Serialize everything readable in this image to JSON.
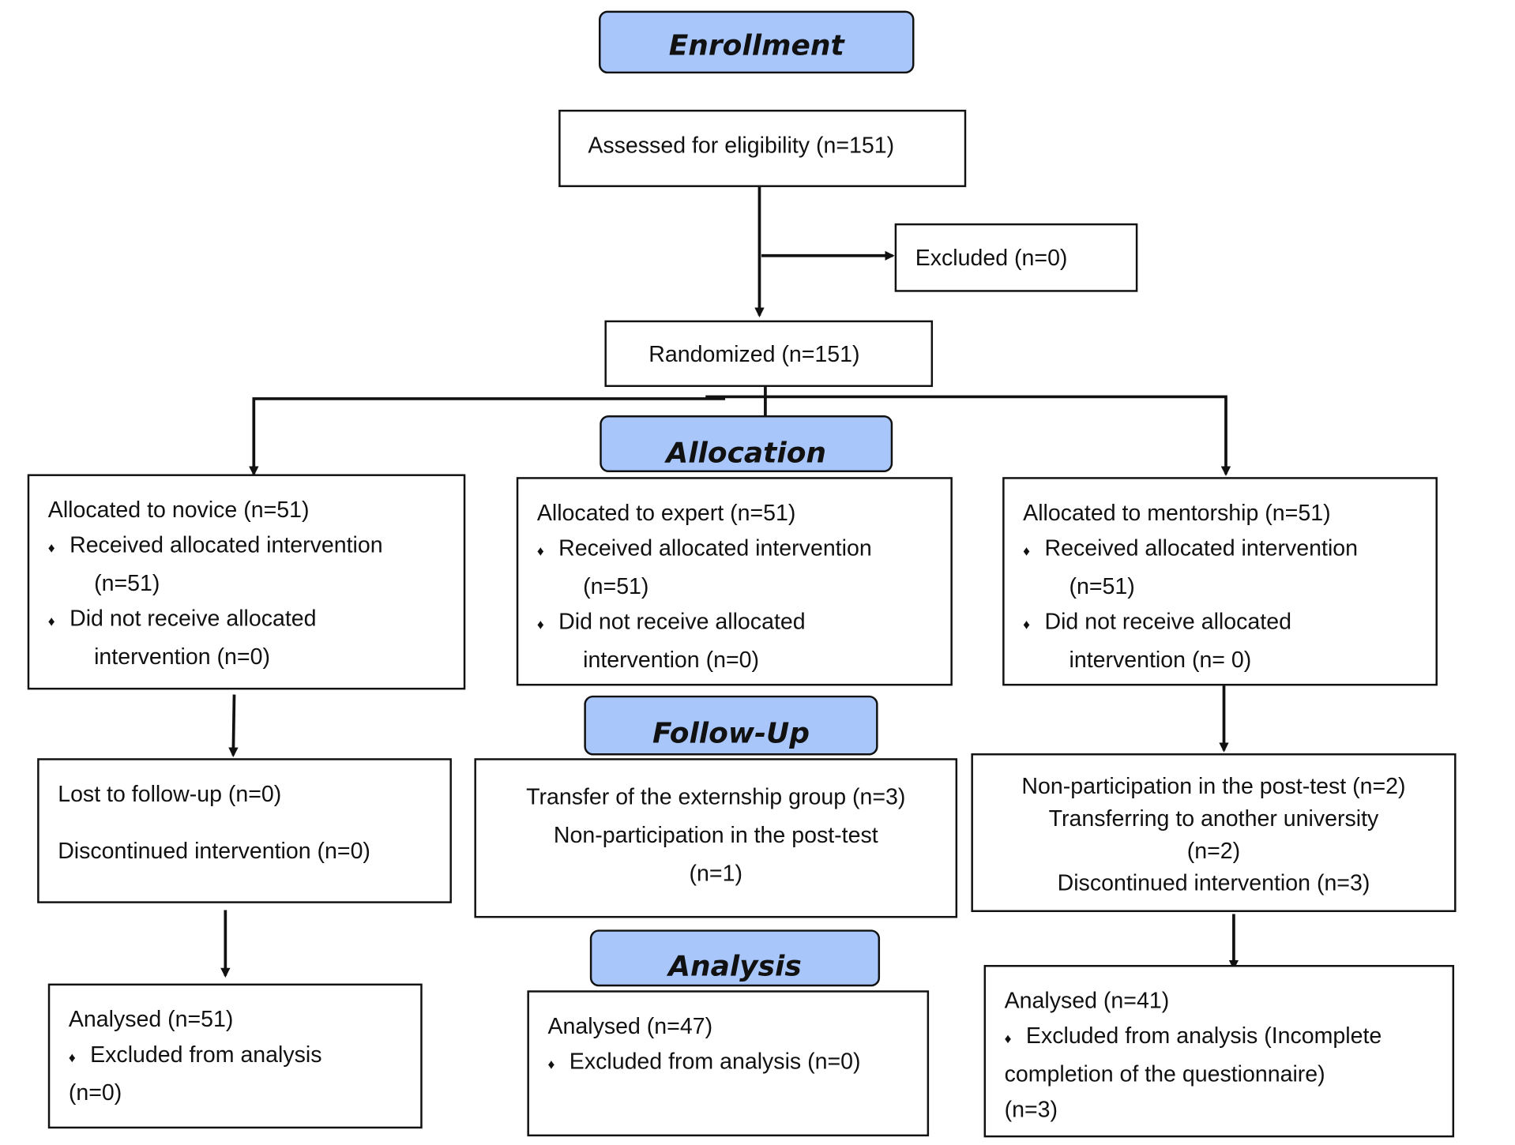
{
  "phases": {
    "enrollment": "Enrollment",
    "allocation": "Allocation",
    "follow_up": "Follow-Up",
    "analysis": "Analysis"
  },
  "enrollment": {
    "assessed": "Assessed for eligibility (n=151)",
    "excluded": "Excluded (n=0)",
    "randomized": "Randomized (n=151)"
  },
  "allocation": {
    "novice": {
      "title": "Allocated to novice (n=51)",
      "received": "Received allocated intervention",
      "received_n": "(n=51)",
      "not_received": "Did not receive allocated",
      "not_received_n": "intervention (n=0)"
    },
    "expert": {
      "title": "Allocated to expert (n=51)",
      "received": "Received allocated intervention",
      "received_n": "(n=51)",
      "not_received": "Did not receive allocated",
      "not_received_n": "intervention (n=0)"
    },
    "mentorship": {
      "title": "Allocated to mentorship (n=51)",
      "received": "Received allocated intervention",
      "received_n": "(n=51)",
      "not_received": "Did not receive allocated",
      "not_received_n": "intervention (n= 0)"
    }
  },
  "follow_up": {
    "novice": {
      "lost": "Lost to follow-up (n=0)",
      "discontinued": "Discontinued intervention (n=0)"
    },
    "expert": {
      "transfer": "Transfer of the externship group (n=3)",
      "non_participation": "Non-participation in the post-test",
      "non_participation_n": "(n=1)"
    },
    "mentorship": {
      "non_participation": "Non-participation in the post-test (n=2)",
      "transfer": "Transferring to another university",
      "transfer_n": "(n=2)",
      "discontinued": "Discontinued intervention (n=3)"
    }
  },
  "analysis": {
    "novice": {
      "analysed": "Analysed (n=51)",
      "excluded": "Excluded from analysis",
      "excluded_n": "(n=0)"
    },
    "expert": {
      "analysed": "Analysed (n=47)",
      "excluded": "Excluded from analysis (n=0)"
    },
    "mentorship": {
      "analysed": "Analysed (n=41)",
      "excluded": "Excluded from analysis (Incomplete",
      "excluded_2": "completion of the questionnaire)",
      "excluded_n": "(n=3)"
    }
  },
  "bullet_glyph": "♦",
  "colors": {
    "phase_fill": "#a8c6fa",
    "line": "#111111"
  }
}
